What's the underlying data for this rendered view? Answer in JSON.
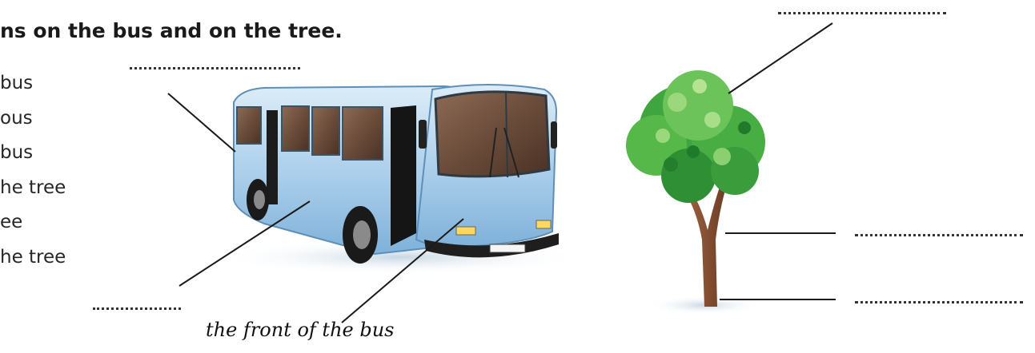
{
  "instruction": "ns on the bus and on the tree.",
  "word_bank": [
    "bus",
    "ous",
    "bus",
    "he tree",
    "ee",
    "he tree"
  ],
  "written_answer": "the front of the bus",
  "blank_count": 6
}
